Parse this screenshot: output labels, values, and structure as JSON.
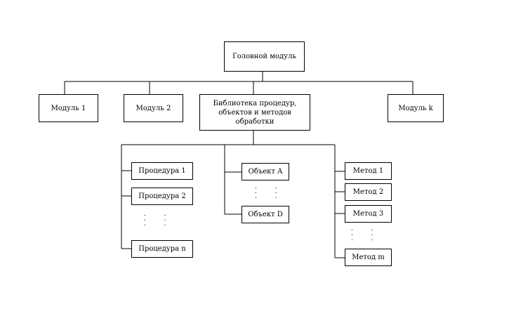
{
  "root": {
    "label": "Головной модуль"
  },
  "modules": [
    {
      "label": "Модуль 1"
    },
    {
      "label": "Модуль 2"
    },
    {
      "label": "Библиотека процедур, объектов и методов обработки"
    },
    {
      "label": "Модуль k"
    }
  ],
  "procedures": [
    {
      "label": "Процедура 1"
    },
    {
      "label": "Процедура 2"
    },
    {
      "label": "Процедура n"
    }
  ],
  "objects": [
    {
      "label": "Объект A"
    },
    {
      "label": "Объект D"
    }
  ],
  "methods": [
    {
      "label": "Метод 1"
    },
    {
      "label": "Метод 2"
    },
    {
      "label": "Метод 3"
    },
    {
      "label": "Метод m"
    }
  ]
}
